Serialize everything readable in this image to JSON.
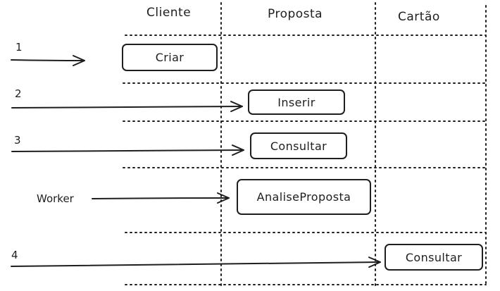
{
  "columns": {
    "cliente": "Cliente",
    "proposta": "Proposta",
    "cartao": "Cartão"
  },
  "flows": [
    {
      "label": "1",
      "target": "Criar"
    },
    {
      "label": "2",
      "target": "Inserir"
    },
    {
      "label": "3",
      "target": "Consultar"
    },
    {
      "label": "Worker",
      "target": "AnaliseProposta"
    },
    {
      "label": "4",
      "target": "Consultar"
    }
  ],
  "style": {
    "stroke": "#1e1e1e",
    "background": "#ffffff"
  }
}
